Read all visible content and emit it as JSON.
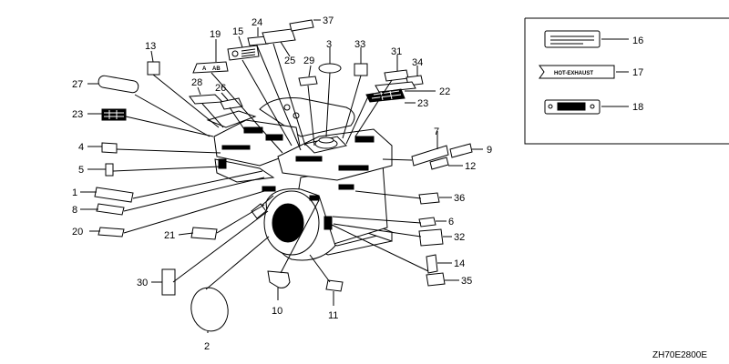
{
  "diagram_code": "ZH70E2800E",
  "inset_text": "HOT-EXHAUST",
  "callouts": [
    {
      "id": "n1",
      "text": "1"
    },
    {
      "id": "n2",
      "text": "2"
    },
    {
      "id": "n3",
      "text": "3"
    },
    {
      "id": "n4",
      "text": "4"
    },
    {
      "id": "n5",
      "text": "5"
    },
    {
      "id": "n6",
      "text": "6"
    },
    {
      "id": "n7",
      "text": "7"
    },
    {
      "id": "n8",
      "text": "8"
    },
    {
      "id": "n9",
      "text": "9"
    },
    {
      "id": "n10",
      "text": "10"
    },
    {
      "id": "n11",
      "text": "11"
    },
    {
      "id": "n12",
      "text": "12"
    },
    {
      "id": "n13",
      "text": "13"
    },
    {
      "id": "n14",
      "text": "14"
    },
    {
      "id": "n15",
      "text": "15"
    },
    {
      "id": "n16",
      "text": "16"
    },
    {
      "id": "n17",
      "text": "17"
    },
    {
      "id": "n18",
      "text": "18"
    },
    {
      "id": "n19",
      "text": "19"
    },
    {
      "id": "n20",
      "text": "20"
    },
    {
      "id": "n21",
      "text": "21"
    },
    {
      "id": "n22",
      "text": "22"
    },
    {
      "id": "n23a",
      "text": "23"
    },
    {
      "id": "n23b",
      "text": "23"
    },
    {
      "id": "n24",
      "text": "24"
    },
    {
      "id": "n25",
      "text": "25"
    },
    {
      "id": "n26",
      "text": "26"
    },
    {
      "id": "n27",
      "text": "27"
    },
    {
      "id": "n28",
      "text": "28"
    },
    {
      "id": "n29",
      "text": "29"
    },
    {
      "id": "n30",
      "text": "30"
    },
    {
      "id": "n31",
      "text": "31"
    },
    {
      "id": "n32",
      "text": "32"
    },
    {
      "id": "n33",
      "text": "33"
    },
    {
      "id": "n34",
      "text": "34"
    },
    {
      "id": "n35",
      "text": "35"
    },
    {
      "id": "n36",
      "text": "36"
    },
    {
      "id": "n37",
      "text": "37"
    }
  ]
}
